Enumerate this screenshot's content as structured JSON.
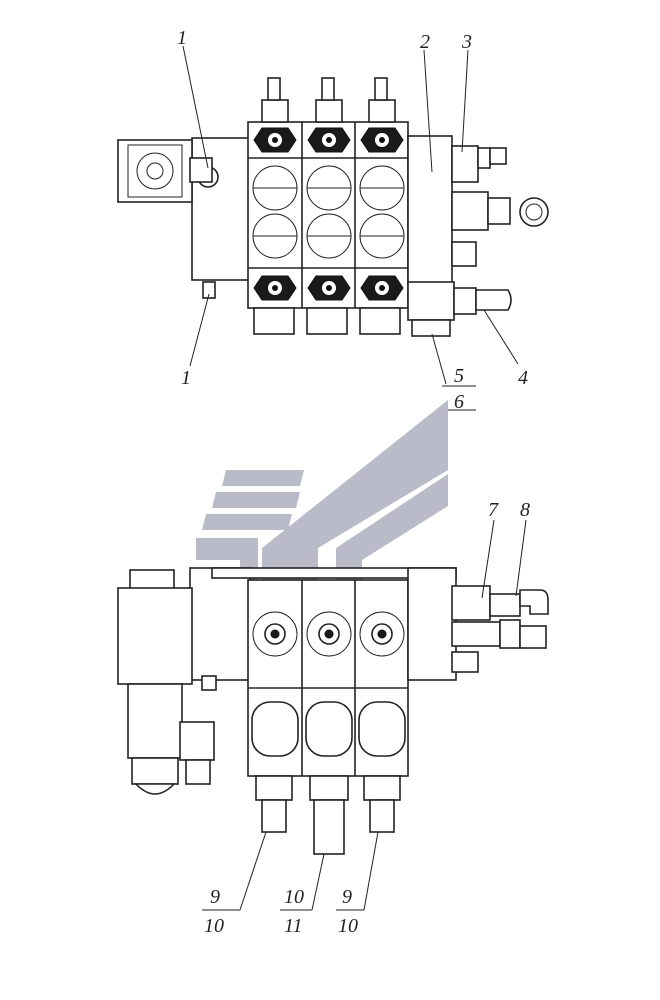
{
  "callouts": {
    "c1_top": "1",
    "c1_bottom": "1",
    "c2": "2",
    "c3": "3",
    "c4": "4",
    "c5_6": {
      "top": "5",
      "bottom": "6"
    },
    "c7": "7",
    "c8": "8",
    "c9_10_left": {
      "top": "9",
      "bottom": "10"
    },
    "c10_11": {
      "top": "10",
      "bottom": "11"
    },
    "c9_10_right": {
      "top": "9",
      "bottom": "10"
    }
  },
  "colors": {
    "line": "#222222",
    "watermark": "#b9bcc8"
  }
}
